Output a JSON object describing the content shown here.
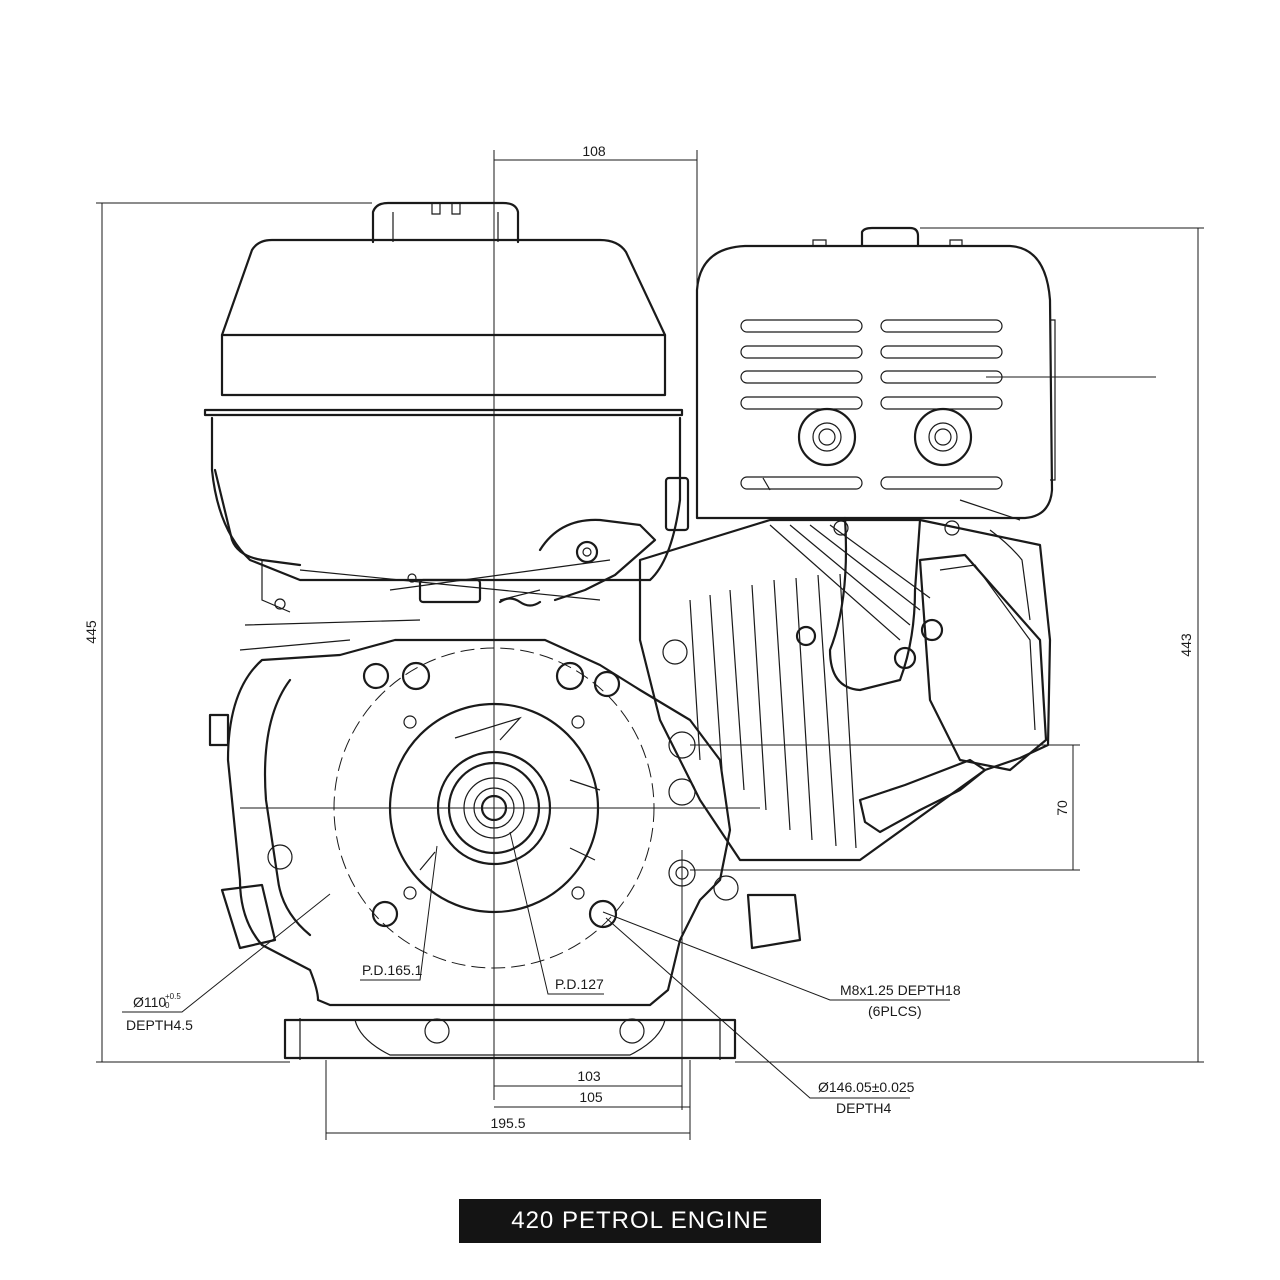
{
  "title": "420 PETROL ENGINE",
  "dimensions": {
    "top_width": "108",
    "overall_height_left": "445",
    "overall_height_right": "443",
    "flange_offset": "70",
    "base_103": "103",
    "base_105": "105",
    "base_195": "195.5"
  },
  "callouts": {
    "pd165": "P.D.165.1",
    "pd127": "P.D.127",
    "bolt_thread": "M8x1.25 DEPTH18",
    "bolt_count": "(6PLCS)",
    "spigot_dia": "Ø146.05±0.025",
    "spigot_depth": "DEPTH4",
    "bore_dia": "Ø110",
    "bore_tol": "+0.5",
    "bore_tol_low": "0",
    "bore_depth": "DEPTH4.5"
  }
}
